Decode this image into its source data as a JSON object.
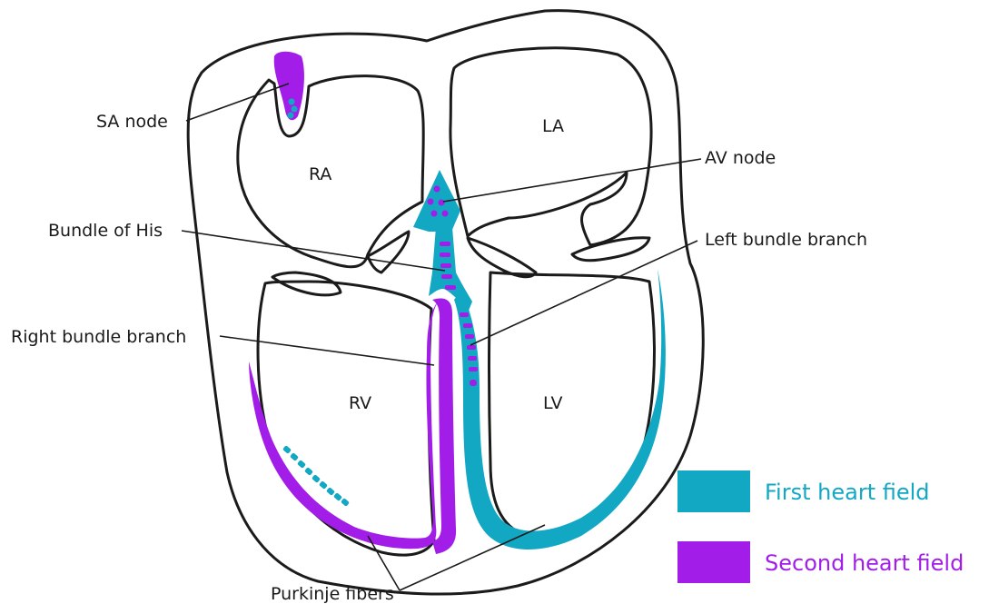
{
  "colors": {
    "first_heart_field": "#12a8c4",
    "second_heart_field": "#a21ee8",
    "outline": "#1b1b1b"
  },
  "chambers": {
    "ra": "RA",
    "la": "LA",
    "rv": "RV",
    "lv": "LV"
  },
  "labels": {
    "sa_node": "SA node",
    "av_node": "AV node",
    "bundle_of_his": "Bundle of His",
    "left_bundle_branch": "Left bundle branch",
    "right_bundle_branch": "Right bundle branch",
    "purkinje_fibers": "Purkinje fibers"
  },
  "legend": {
    "first": "First heart field",
    "second": "Second heart field"
  }
}
